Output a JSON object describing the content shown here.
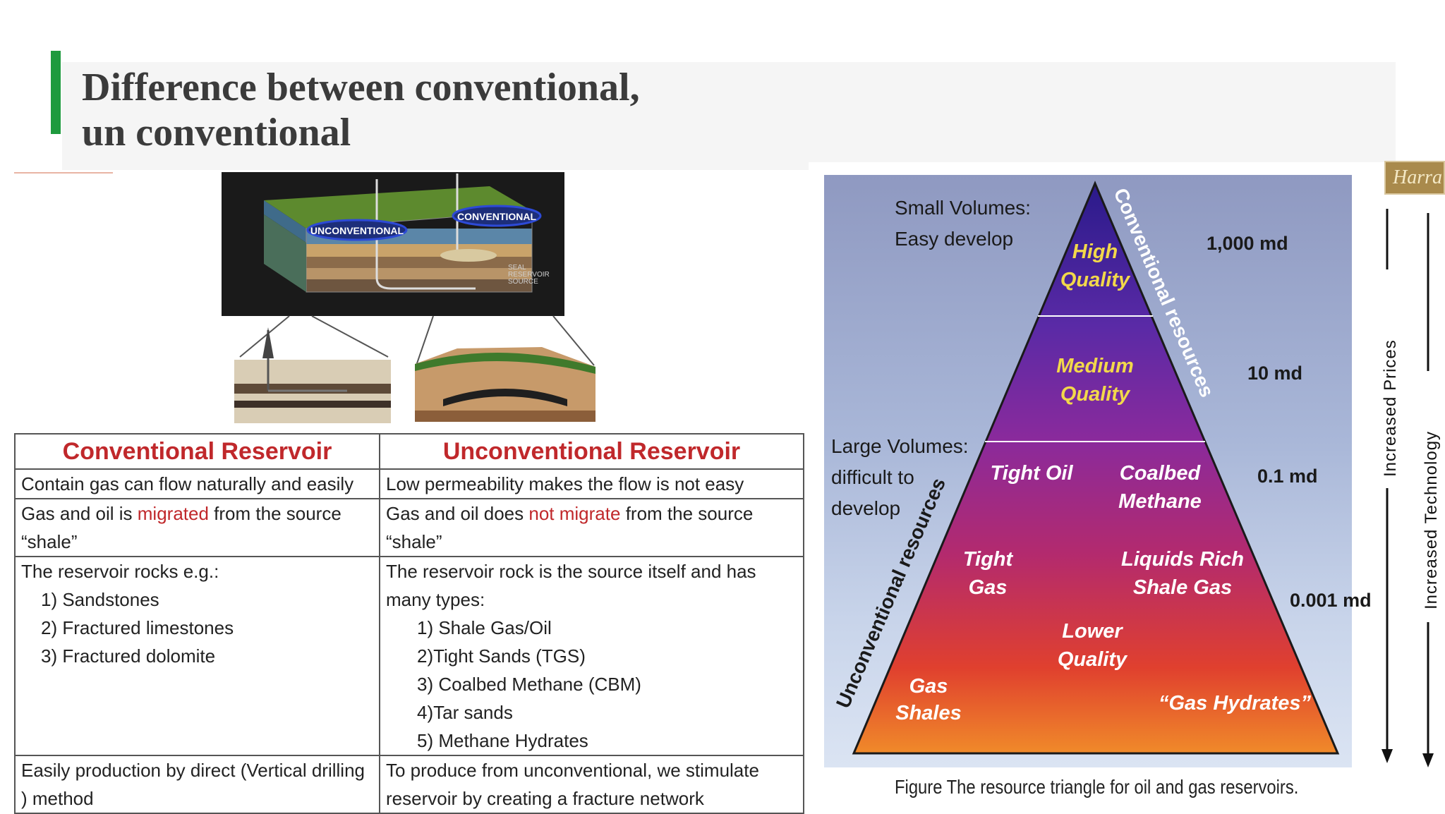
{
  "title": {
    "line1": "Difference between conventional,",
    "line2": "un conventional"
  },
  "colors": {
    "accent": "#1e9a3e",
    "red": "#c0282b"
  },
  "illustration": {
    "label_unconventional": "UNCONVENTIONAL",
    "label_conventional": "CONVENTIONAL",
    "label_seal": "SEAL",
    "label_reservoir": "RESERVOIR",
    "label_source": "SOURCE"
  },
  "table": {
    "header_conventional": "Conventional Reservoir",
    "header_unconventional": "Unconventional Reservoir",
    "r1_left": "Contain gas can flow naturally and easily",
    "r1_right": "Low permeability makes the flow is not easy",
    "r2_left_pre": "Gas and oil is",
    "r2_left_hl": "migrated",
    "r2_left_post": "from the source “shale”",
    "r2_right_pre": "Gas and oil does",
    "r2_right_hl": "not migrate",
    "r2_right_post": "from the source “shale”",
    "r3_left_intro": "The reservoir rocks e.g.:",
    "r3_left_items": [
      "1) Sandstones",
      "2) Fractured limestones",
      "3) Fractured dolomite"
    ],
    "r3_right_intro": "The reservoir rock is the source itself and has many types:",
    "r3_right_items": [
      "1) Shale Gas/Oil",
      "2)Tight Sands (TGS)",
      "3) Coalbed Methane (CBM)",
      "4)Tar sands",
      "5) Methane Hydrates"
    ],
    "r4_left": "Easily production by direct  (Vertical drilling )  method",
    "r4_right": "To produce from unconventional, we stimulate reservoir by creating a fracture network"
  },
  "triangle": {
    "small_volumes": "Small Volumes:",
    "easy_develop": "Easy develop",
    "large_volumes": "Large Volumes:",
    "difficult_to": "difficult to",
    "develop": "develop",
    "high": "High",
    "high_q": "Quality",
    "medium": "Medium",
    "medium_q": "Quality",
    "tight_oil": "Tight Oil",
    "coalbed": "Coalbed",
    "methane": "Methane",
    "tight": "Tight",
    "gas": "Gas",
    "liquids_rich": "Liquids Rich",
    "shale_gas": "Shale Gas",
    "lower": "Lower",
    "lower_q": "Quality",
    "gas_s": "Gas",
    "shales": "Shales",
    "gas_hydrates": "“Gas Hydrates”",
    "conventional_resources": "Conventional resources",
    "unconventional_resources": "Unconventional resources",
    "perm_1000": "1,000 md",
    "perm_10": "10 md",
    "perm_01": "0.1 md",
    "perm_0001": "0.001 md",
    "increased_prices": "Increased Prices",
    "increased_technology": "Increased Technology",
    "caption": "Figure The resource triangle for oil and gas reservoirs.",
    "thumb_text": "Harra"
  }
}
